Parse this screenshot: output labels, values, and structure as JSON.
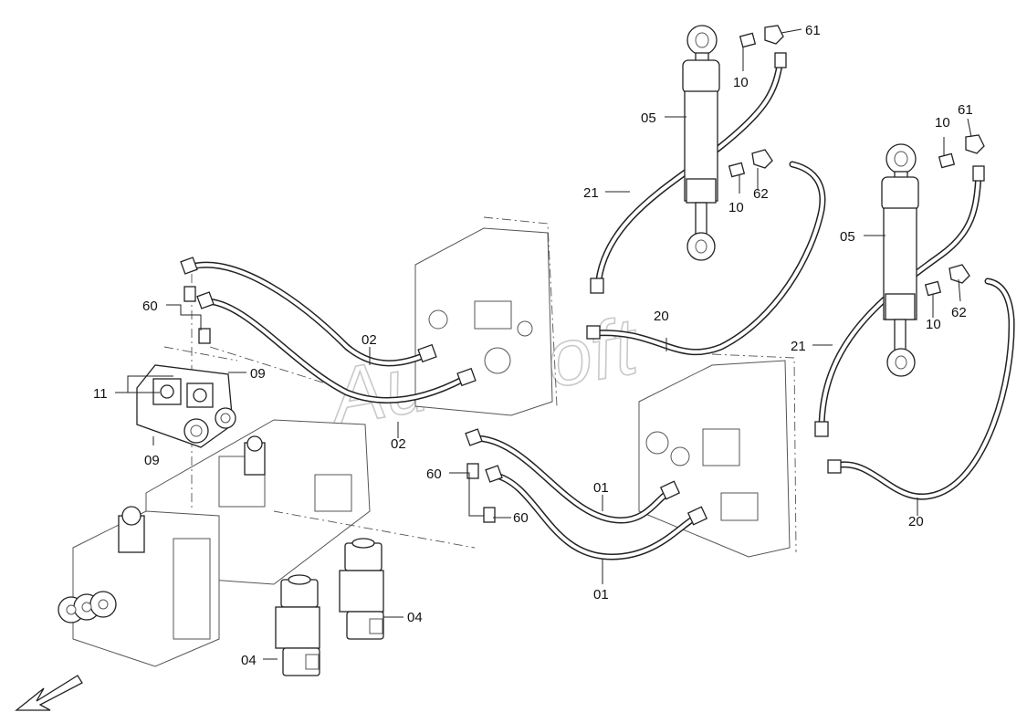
{
  "watermark": "AutoSoft",
  "callouts": [
    {
      "id": "c61a",
      "text": "61"
    },
    {
      "id": "c10a",
      "text": "10"
    },
    {
      "id": "c05a",
      "text": "05"
    },
    {
      "id": "c21a",
      "text": "21"
    },
    {
      "id": "c10b",
      "text": "10"
    },
    {
      "id": "c62a",
      "text": "62"
    },
    {
      "id": "c10c",
      "text": "10"
    },
    {
      "id": "c61b",
      "text": "61"
    },
    {
      "id": "c05b",
      "text": "05"
    },
    {
      "id": "c10d",
      "text": "10"
    },
    {
      "id": "c62b",
      "text": "62"
    },
    {
      "id": "c21b",
      "text": "21"
    },
    {
      "id": "c20a",
      "text": "20"
    },
    {
      "id": "c20b",
      "text": "20"
    },
    {
      "id": "c60a",
      "text": "60"
    },
    {
      "id": "c02a",
      "text": "02"
    },
    {
      "id": "c09a",
      "text": "09"
    },
    {
      "id": "c11",
      "text": "11"
    },
    {
      "id": "c09b",
      "text": "09"
    },
    {
      "id": "c02b",
      "text": "02"
    },
    {
      "id": "c60b",
      "text": "60"
    },
    {
      "id": "c01a",
      "text": "01"
    },
    {
      "id": "c60c",
      "text": "60"
    },
    {
      "id": "c01b",
      "text": "01"
    },
    {
      "id": "c04a",
      "text": "04"
    },
    {
      "id": "c04b",
      "text": "04"
    }
  ]
}
